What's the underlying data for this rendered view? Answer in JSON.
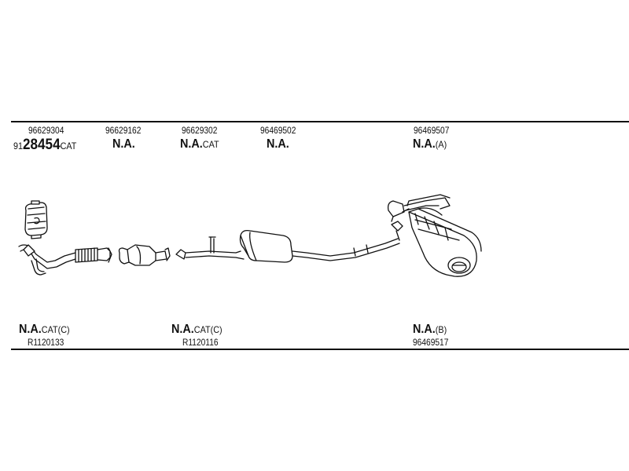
{
  "top_parts": [
    {
      "number": "96629304",
      "prefix": "91",
      "code": "28454",
      "suffix": "CAT"
    },
    {
      "number": "96629162",
      "code": "N.A.",
      "suffix": ""
    },
    {
      "number": "96629302",
      "code": "N.A.",
      "suffix": "CAT"
    },
    {
      "number": "96469502",
      "code": "N.A.",
      "suffix": ""
    },
    {
      "number": "96469507",
      "code": "N.A.",
      "suffix": "(A)"
    }
  ],
  "bottom_parts": [
    {
      "code": "N.A.",
      "suffix": "CAT(C)",
      "number": "R1120133"
    },
    {
      "code": "N.A.",
      "suffix": "CAT(C)",
      "number": "R1120116"
    },
    {
      "code": "N.A.",
      "suffix": "(B)",
      "number": "96469517"
    }
  ]
}
